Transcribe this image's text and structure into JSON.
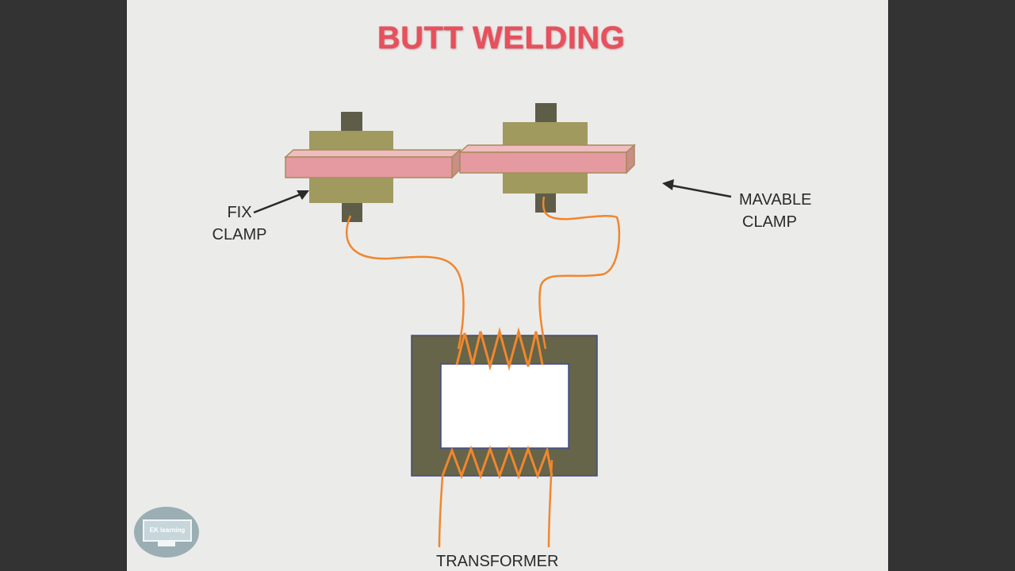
{
  "slide": {
    "title": "BUTT WELDING",
    "labels": {
      "fix_clamp_line1": "FIX",
      "fix_clamp_line2": "CLAMP",
      "movable_clamp_line1": "MAVABLE",
      "movable_clamp_line2": "CLAMP",
      "transformer": "TRANSFORMER"
    },
    "logo_text": "EK learning"
  },
  "colors": {
    "title": "#e8505b",
    "clamp": "#a09a5e",
    "clamp_stem": "#5e5d48",
    "workpiece": "#e49aa0",
    "workpiece_edge": "#a98a5c",
    "transformer_core": "#666449",
    "wire": "#f0872e",
    "background": "#ebebea"
  }
}
